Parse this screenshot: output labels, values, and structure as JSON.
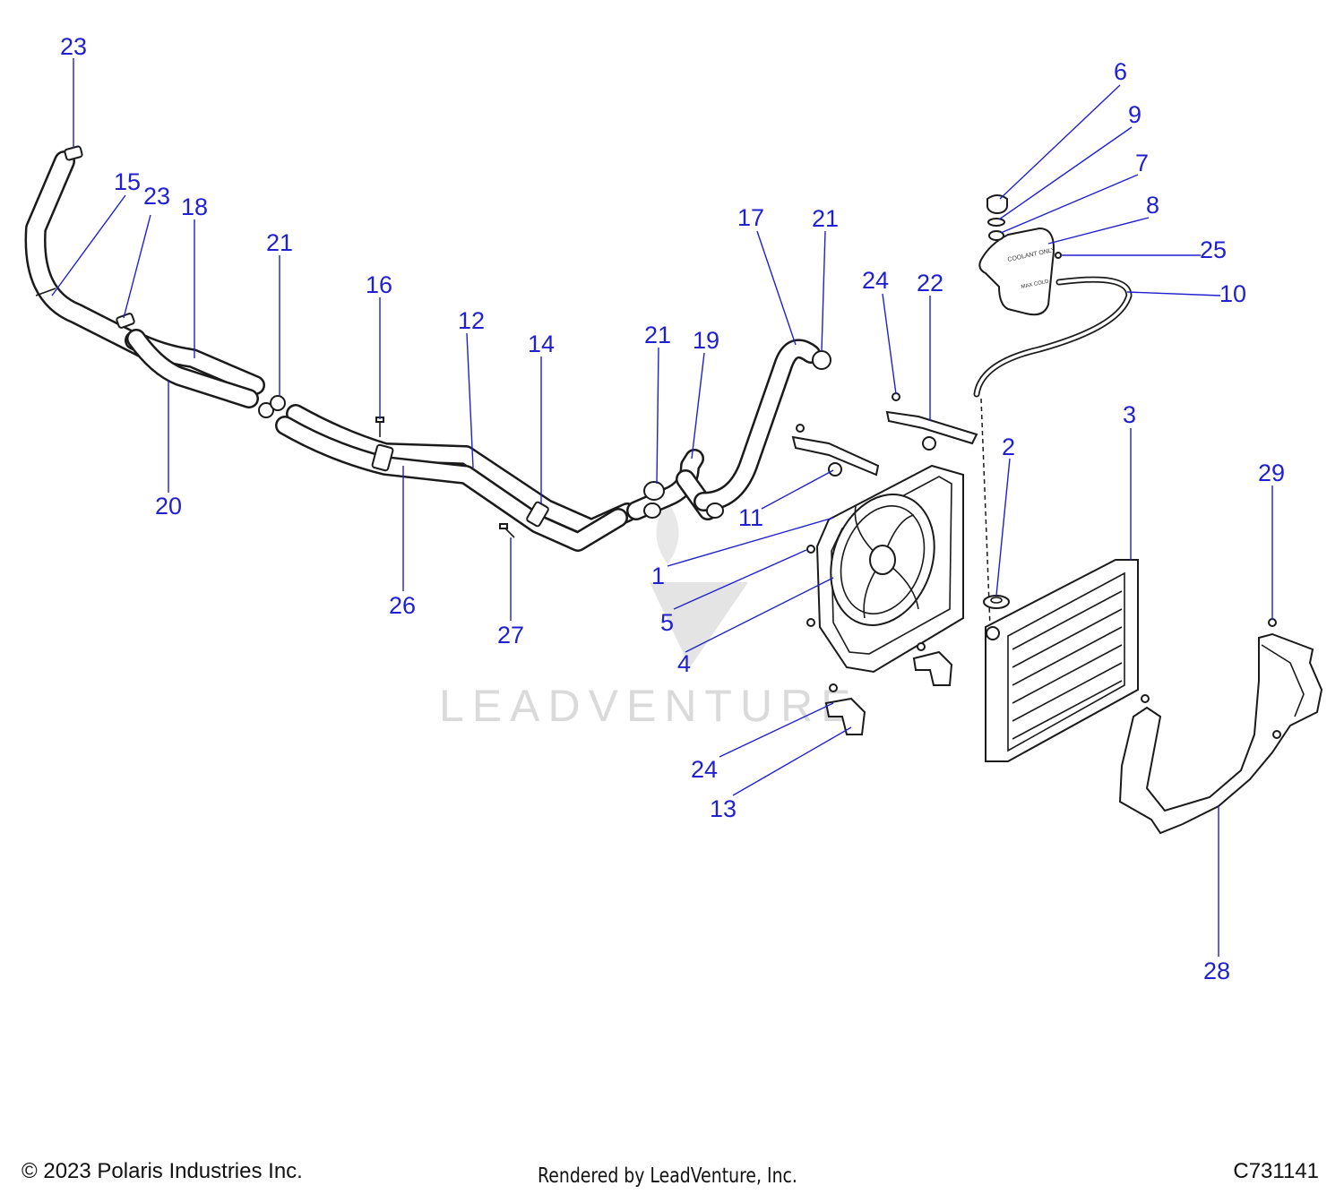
{
  "diagram": {
    "watermark_text": "LEADVENTURE",
    "callouts": [
      {
        "id": "c23a",
        "label": "23"
      },
      {
        "id": "c15",
        "label": "15"
      },
      {
        "id": "c23b",
        "label": "23"
      },
      {
        "id": "c18",
        "label": "18"
      },
      {
        "id": "c21a",
        "label": "21"
      },
      {
        "id": "c16",
        "label": "16"
      },
      {
        "id": "c12",
        "label": "12"
      },
      {
        "id": "c14",
        "label": "14"
      },
      {
        "id": "c21b",
        "label": "21"
      },
      {
        "id": "c19",
        "label": "19"
      },
      {
        "id": "c17",
        "label": "17"
      },
      {
        "id": "c21c",
        "label": "21"
      },
      {
        "id": "c20",
        "label": "20"
      },
      {
        "id": "c26",
        "label": "26"
      },
      {
        "id": "c27",
        "label": "27"
      },
      {
        "id": "c24a",
        "label": "24"
      },
      {
        "id": "c22",
        "label": "22"
      },
      {
        "id": "c11",
        "label": "11"
      },
      {
        "id": "c1",
        "label": "1"
      },
      {
        "id": "c5",
        "label": "5"
      },
      {
        "id": "c4",
        "label": "4"
      },
      {
        "id": "c24b",
        "label": "24"
      },
      {
        "id": "c13",
        "label": "13"
      },
      {
        "id": "c6",
        "label": "6"
      },
      {
        "id": "c9",
        "label": "9"
      },
      {
        "id": "c7",
        "label": "7"
      },
      {
        "id": "c8",
        "label": "8"
      },
      {
        "id": "c25",
        "label": "25"
      },
      {
        "id": "c10",
        "label": "10"
      },
      {
        "id": "c2",
        "label": "2"
      },
      {
        "id": "c3",
        "label": "3"
      },
      {
        "id": "c29",
        "label": "29"
      },
      {
        "id": "c28",
        "label": "28"
      }
    ]
  },
  "footer": {
    "copyright": "© 2023 Polaris Industries Inc.",
    "rendered_by": "Rendered by LeadVenture, Inc.",
    "code": "C731141"
  }
}
